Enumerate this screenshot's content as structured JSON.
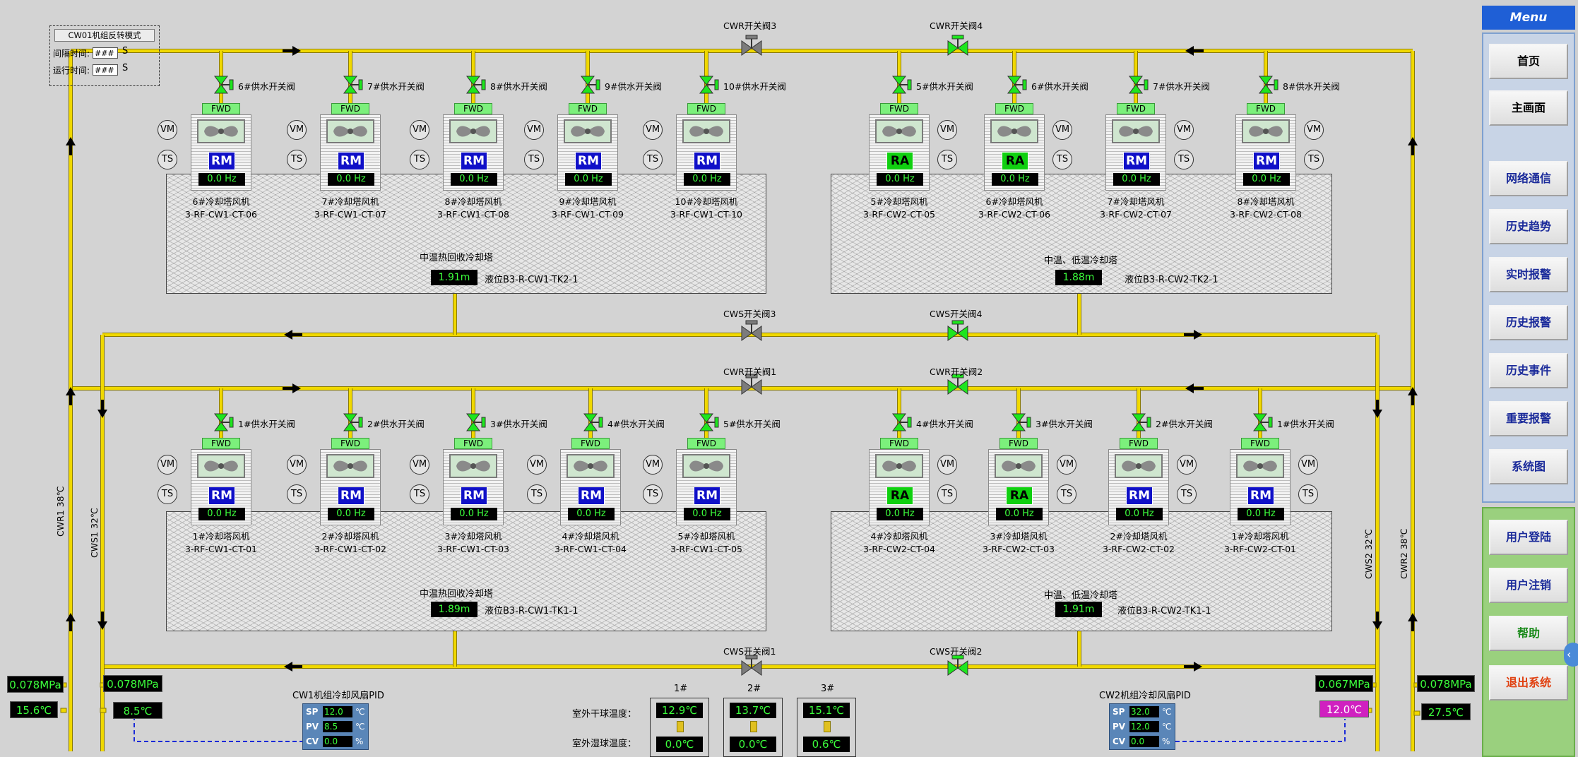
{
  "menu": {
    "title": "Menu",
    "items": [
      "首页",
      "主画面",
      "网络通信",
      "历史趋势",
      "实时报警",
      "历史报警",
      "历史事件",
      "重要报警",
      "系统图"
    ],
    "user_items": [
      "用户登陆",
      "用户注销",
      "帮助",
      "退出系统"
    ]
  },
  "control_panel": {
    "title": "CW01机组反转模式",
    "interval_label": "间隔时间:",
    "interval_value": "###",
    "interval_unit": "S",
    "run_label": "运行时间:",
    "run_value": "###",
    "run_unit": "S"
  },
  "valves": {
    "cwr3": "CWR开关阀3",
    "cwr4": "CWR开关阀4",
    "cws3": "CWS开关阀3",
    "cws4": "CWS开关阀4",
    "cwr1": "CWR开关阀1",
    "cwr2": "CWR开关阀2",
    "cws1": "CWS开关阀1",
    "cws2": "CWS开关阀2"
  },
  "towers": {
    "top_left": [
      {
        "valve": "6#供水开关阀",
        "state": "RM",
        "hz": "0.0 Hz",
        "name": "6#冷却塔风机",
        "tag": "3-RF-CW1-CT-06"
      },
      {
        "valve": "7#供水开关阀",
        "state": "RM",
        "hz": "0.0 Hz",
        "name": "7#冷却塔风机",
        "tag": "3-RF-CW1-CT-07"
      },
      {
        "valve": "8#供水开关阀",
        "state": "RM",
        "hz": "0.0 Hz",
        "name": "8#冷却塔风机",
        "tag": "3-RF-CW1-CT-08"
      },
      {
        "valve": "9#供水开关阀",
        "state": "RM",
        "hz": "0.0 Hz",
        "name": "9#冷却塔风机",
        "tag": "3-RF-CW1-CT-09"
      },
      {
        "valve": "10#供水开关阀",
        "state": "RM",
        "hz": "0.0 Hz",
        "name": "10#冷却塔风机",
        "tag": "3-RF-CW1-CT-10"
      }
    ],
    "top_right": [
      {
        "valve": "5#供水开关阀",
        "state": "RA",
        "hz": "0.0 Hz",
        "name": "5#冷却塔风机",
        "tag": "3-RF-CW2-CT-05"
      },
      {
        "valve": "6#供水开关阀",
        "state": "RA",
        "hz": "0.0 Hz",
        "name": "6#冷却塔风机",
        "tag": "3-RF-CW2-CT-06"
      },
      {
        "valve": "7#供水开关阀",
        "state": "RM",
        "hz": "0.0 Hz",
        "name": "7#冷却塔风机",
        "tag": "3-RF-CW2-CT-07"
      },
      {
        "valve": "8#供水开关阀",
        "state": "RM",
        "hz": "0.0 Hz",
        "name": "8#冷却塔风机",
        "tag": "3-RF-CW2-CT-08"
      }
    ],
    "bottom_left": [
      {
        "valve": "1#供水开关阀",
        "state": "RM",
        "hz": "0.0 Hz",
        "name": "1#冷却塔风机",
        "tag": "3-RF-CW1-CT-01"
      },
      {
        "valve": "2#供水开关阀",
        "state": "RM",
        "hz": "0.0 Hz",
        "name": "2#冷却塔风机",
        "tag": "3-RF-CW1-CT-02"
      },
      {
        "valve": "3#供水开关阀",
        "state": "RM",
        "hz": "0.0 Hz",
        "name": "3#冷却塔风机",
        "tag": "3-RF-CW1-CT-03"
      },
      {
        "valve": "4#供水开关阀",
        "state": "RM",
        "hz": "0.0 Hz",
        "name": "4#冷却塔风机",
        "tag": "3-RF-CW1-CT-04"
      },
      {
        "valve": "5#供水开关阀",
        "state": "RM",
        "hz": "0.0 Hz",
        "name": "5#冷却塔风机",
        "tag": "3-RF-CW1-CT-05"
      }
    ],
    "bottom_right": [
      {
        "valve": "4#供水开关阀",
        "state": "RA",
        "hz": "0.0 Hz",
        "name": "4#冷却塔风机",
        "tag": "3-RF-CW2-CT-04"
      },
      {
        "valve": "3#供水开关阀",
        "state": "RA",
        "hz": "0.0 Hz",
        "name": "3#冷却塔风机",
        "tag": "3-RF-CW2-CT-03"
      },
      {
        "valve": "2#供水开关阀",
        "state": "RM",
        "hz": "0.0 Hz",
        "name": "2#冷却塔风机",
        "tag": "3-RF-CW2-CT-02"
      },
      {
        "valve": "1#供水开关阀",
        "state": "RM",
        "hz": "0.0 Hz",
        "name": "1#冷却塔风机",
        "tag": "3-RF-CW2-CT-01"
      }
    ]
  },
  "tanks": {
    "tl": {
      "title": "中温热回收冷却塔",
      "level": "1.91m",
      "tag": "液位B3-R-CW1-TK2-1"
    },
    "tr": {
      "title": "中温、低温冷却塔",
      "level": "1.88m",
      "tag": "液位B3-R-CW2-TK2-1"
    },
    "bl": {
      "title": "中温热回收冷却塔",
      "level": "1.89m",
      "tag": "液位B3-R-CW1-TK1-1"
    },
    "br": {
      "title": "中温、低温冷却塔",
      "level": "1.91m",
      "tag": "液位B3-R-CW2-TK1-1"
    }
  },
  "fwd_label": "FWD",
  "vm_label": "VM",
  "ts_label": "TS",
  "pipes_labels": {
    "cwr1": "CWR1 38℃",
    "cws1": "CWS1 32℃",
    "cws2": "CWS2 32℃",
    "cwr2": "CWR2 38℃"
  },
  "readings": {
    "left_pressure": "0.078MPa",
    "left_temp": "15.6℃",
    "cws1_pressure": "0.078MPa",
    "cws1_temp": "8.5℃",
    "cws2_pressure": "0.067MPa",
    "cws2_temp": "12.0℃",
    "right_pressure": "0.078MPa",
    "right_temp": "27.5℃"
  },
  "pid": {
    "cw1": {
      "title": "CW1机组冷却风扇PID",
      "sp": "12.0",
      "pv": "8.5",
      "cv": "0.0"
    },
    "cw2": {
      "title": "CW2机组冷却风扇PID",
      "sp": "32.0",
      "pv": "12.0",
      "cv": "0.0"
    },
    "labels": {
      "sp": "SP",
      "pv": "PV",
      "cv": "CV"
    },
    "units": {
      "temp": "℃",
      "pct": "%"
    }
  },
  "weather": {
    "dry_label": "室外干球温度：",
    "wet_label": "室外湿球温度：",
    "stations": [
      {
        "id": "1#",
        "dry": "12.9℃",
        "wet": "0.0℃"
      },
      {
        "id": "2#",
        "dry": "13.7℃",
        "wet": "0.0℃"
      },
      {
        "id": "3#",
        "dry": "15.1℃",
        "wet": "0.6℃"
      }
    ]
  },
  "colors": {
    "pipe": "#f0d800",
    "valve_open": "#1ee61e",
    "valve_closed": "#7c7c7c",
    "rm": "#1010c8",
    "ra": "#10d010",
    "menu_blue": "#1f5fd6"
  }
}
